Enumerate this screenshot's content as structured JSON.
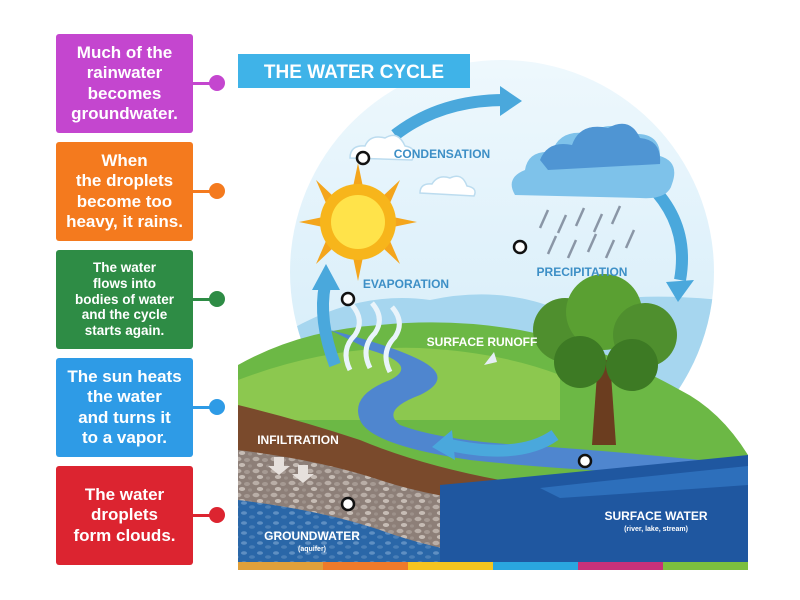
{
  "title": "THE WATER CYCLE",
  "cards": [
    {
      "text": "Much of the\nrainwater\nbecomes\ngroundwater.",
      "color": "#c446cf"
    },
    {
      "text": "When\nthe droplets\nbecome too\nheavy, it rains.",
      "color": "#f47a1e"
    },
    {
      "text": "The water\nflows into\nbodies of water\nand the cycle\nstarts again.",
      "color": "#2e8c45"
    },
    {
      "text": "The sun heats\nthe water\nand turns it\nto a vapor.",
      "color": "#2e9be6"
    },
    {
      "text": "The water\ndroplets\nform clouds.",
      "color": "#dc2430"
    }
  ],
  "labels": {
    "condensation": "CONDENSATION",
    "precipitation": "PRECIPITATION",
    "evaporation": "EVAPORATION",
    "surface_runoff": "SURFACE RUNOFF",
    "infiltration": "INFILTRATION",
    "groundwater": "GROUNDWATER",
    "groundwater_sub": "(aquifer)",
    "surface_water": "SURFACE WATER",
    "surface_water_sub": "(river, lake, stream)"
  },
  "colors": {
    "title_band": "#3fb3e8",
    "arrow": "#4aa8dc",
    "label_text": "#3d8fc6",
    "sky": "#dff1fb",
    "water": "#1f57a0",
    "soil": "#7a4a2c"
  }
}
